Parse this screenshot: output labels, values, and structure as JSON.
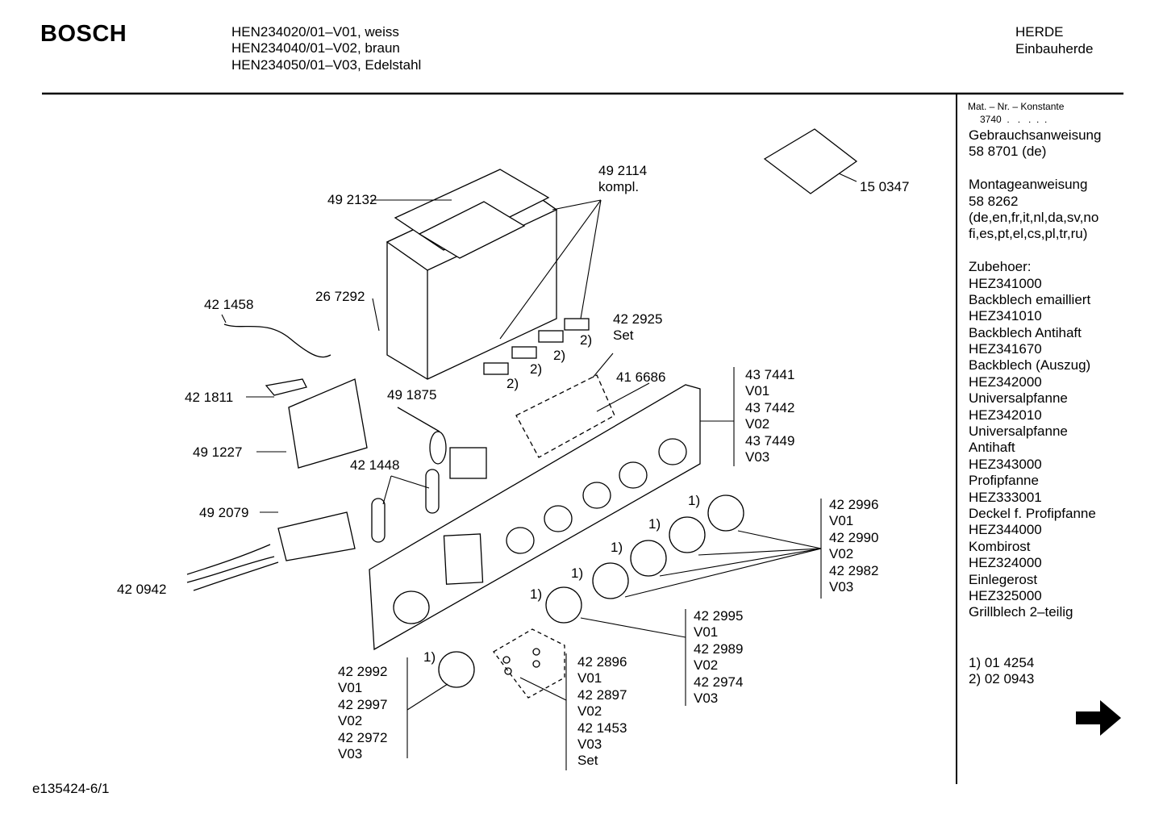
{
  "header": {
    "brand": "BOSCH",
    "models": [
      "HEN234020/01–V01, weiss",
      "HEN234040/01–V02, braun",
      "HEN234050/01–V03, Edelstahl"
    ],
    "category": "HERDE",
    "subcategory": "Einbauherde"
  },
  "sidebar": {
    "mat_label": "Mat. – Nr. – Konstante",
    "mat_value": "3740  .   .   .  .  .",
    "lines": [
      "Gebrauchsanweisung",
      "58 8701 (de)",
      "",
      "Montageanweisung",
      "58 8262",
      "(de,en,fr,it,nl,da,sv,no",
      "fi,es,pt,el,cs,pl,tr,ru)",
      "",
      "Zubehoer:",
      "HEZ341000",
      "Backblech emailliert",
      "HEZ341010",
      "Backblech Antihaft",
      "HEZ341670",
      "Backblech (Auszug)",
      "HEZ342000",
      "Universalpfanne",
      "HEZ342010",
      "Universalpfanne",
      "Antihaft",
      "HEZ343000",
      "Profipfanne",
      "HEZ333001",
      "Deckel f. Profipfanne",
      "HEZ344000",
      "Kombirost",
      "HEZ324000",
      "Einlegerost",
      "HEZ325000",
      "Grillblech 2–teilig"
    ],
    "footnotes": [
      "1) 01 4254",
      "2) 02 0943"
    ],
    "next_icon": "arrow-right-icon"
  },
  "callouts": {
    "p492132": "49 2132",
    "p492114": "49 2114\nkompl.",
    "p150347": "15 0347",
    "p267292": "26 7292",
    "p421458": "42 1458",
    "p422925": "42 2925\nSet",
    "p421811": "42 1811",
    "p491875": "49 1875",
    "p416686": "41 6686",
    "p491227": "49 1227",
    "p421448": "42 1448",
    "p492079": "49 2079",
    "p420942": "42 0942",
    "panel": "43 7441\nV01\n43 7442\nV02\n43 7449\nV03",
    "knobs_right": "42 2996\nV01\n42 2990\nV02\n42 2982\nV03",
    "knob_mid": "42 2995\nV01\n42 2989\nV02\n42 2974\nV03",
    "knob_left": "42 2992\nV01\n42 2997\nV02\n42 2972\nV03",
    "screws": "42 2896\nV01\n42 2897\nV02\n42 1453\nV03\nSet",
    "note1": "1)",
    "note2": "2)"
  },
  "footer": {
    "doc_id": "e135424-6/1"
  }
}
